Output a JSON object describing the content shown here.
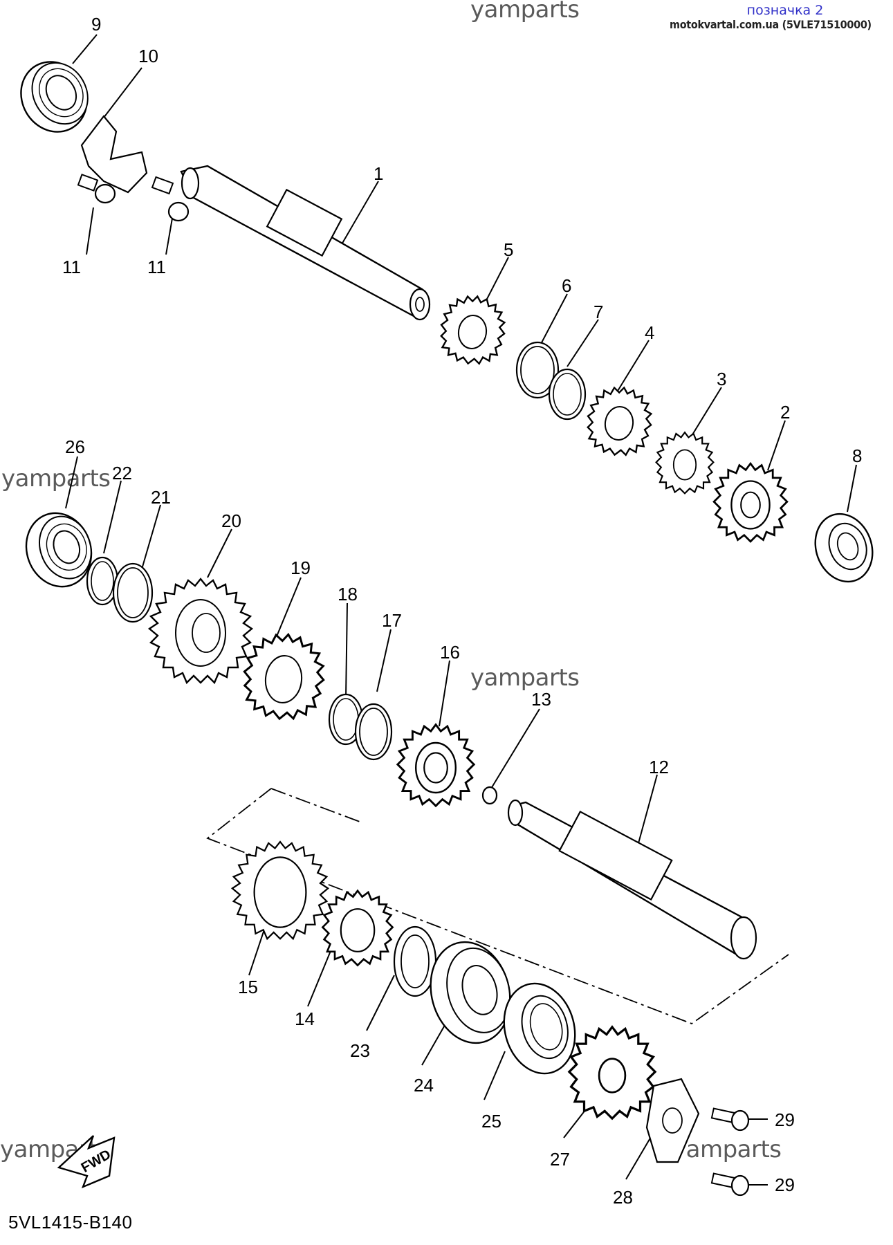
{
  "header": {
    "badge": "позначка 2",
    "site": "motokvartal.com.ua (5VLE71510000)"
  },
  "watermarks": [
    "yamparts",
    "yamparts",
    "yamparts",
    "yamparts",
    "yamparts"
  ],
  "diagram": {
    "code": "5VL1415-B140",
    "fwd_label": "FWD",
    "part_numbers": [
      "9",
      "10",
      "11",
      "11",
      "1",
      "5",
      "6",
      "7",
      "4",
      "3",
      "2",
      "8",
      "26",
      "22",
      "21",
      "20",
      "19",
      "18",
      "17",
      "16",
      "13",
      "12",
      "15",
      "14",
      "23",
      "24",
      "25",
      "27",
      "28",
      "29",
      "29"
    ]
  },
  "colors": {
    "line": "#000000",
    "header_badge": "#3030c8",
    "watermark": "#5a5a5a"
  }
}
